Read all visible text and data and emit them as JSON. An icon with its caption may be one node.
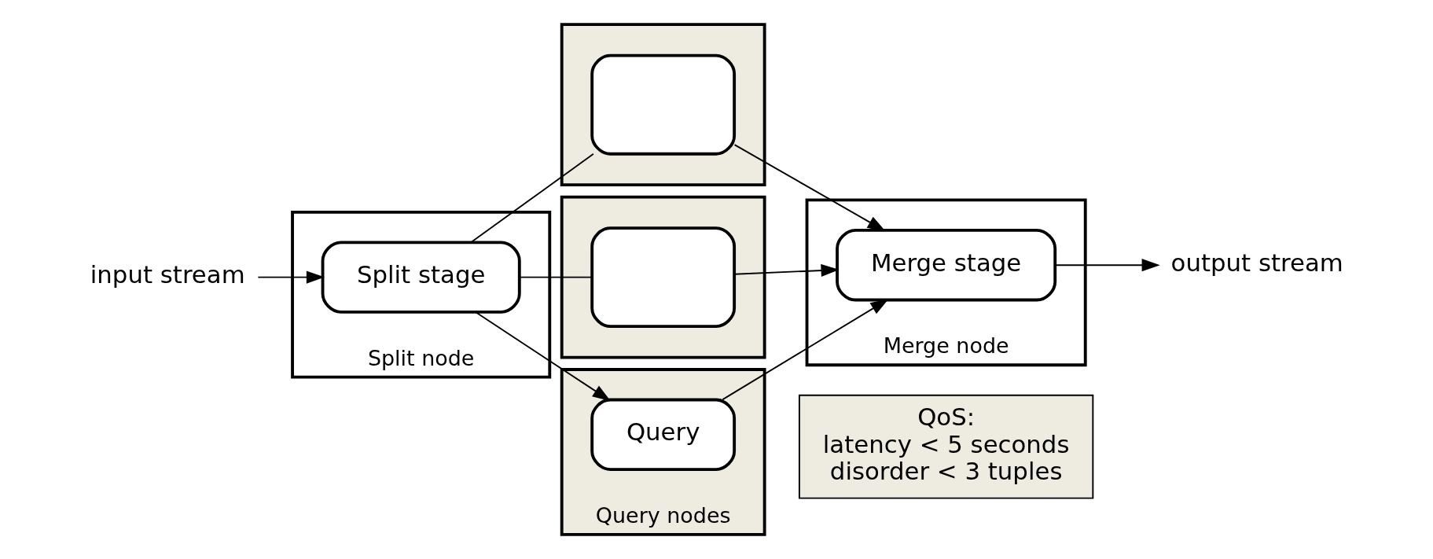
{
  "diagram": {
    "nodes": [
      {
        "text": [
          "input stream"
        ]
      },
      {
        "text": [
          "Split node"
        ]
      },
      {
        "text": [
          "Split stage"
        ],
        "in": 1
      },
      {
        "text": [
          "Query nodes"
        ]
      },
      {
        "text": [
          "Query"
        ],
        "in": 3
      },
      {
        "text": [],
        "shape": "box"
      },
      {
        "text": [],
        "shape": "box",
        "in": 5
      },
      {
        "text": [],
        "shape": "box"
      },
      {
        "text": [],
        "shape": "box",
        "in": 7
      },
      {
        "text": [
          "Merge node"
        ]
      },
      {
        "text": [
          "Merge stage"
        ],
        "in": 9
      },
      {
        "text": [
          "output stream"
        ]
      },
      {
        "text": [
          "QoS:",
          "latency < 5 seconds",
          "disorder < 3 tuples"
        ]
      }
    ],
    "edges": [
      {
        "from": 0,
        "to": 2,
        "arrow": "to"
      },
      {
        "from": 2,
        "to": 4,
        "arrow": "to"
      },
      {
        "from": 2,
        "to": 6,
        "arrow": "none"
      },
      {
        "from": 2,
        "to": 8,
        "arrow": "none"
      },
      {
        "from": 4,
        "to": 10,
        "arrow": "to"
      },
      {
        "from": 6,
        "to": 10,
        "arrow": "to"
      },
      {
        "from": 8,
        "to": 10,
        "arrow": "to"
      },
      {
        "from": 10,
        "to": 11,
        "arrow": "to"
      }
    ]
  }
}
